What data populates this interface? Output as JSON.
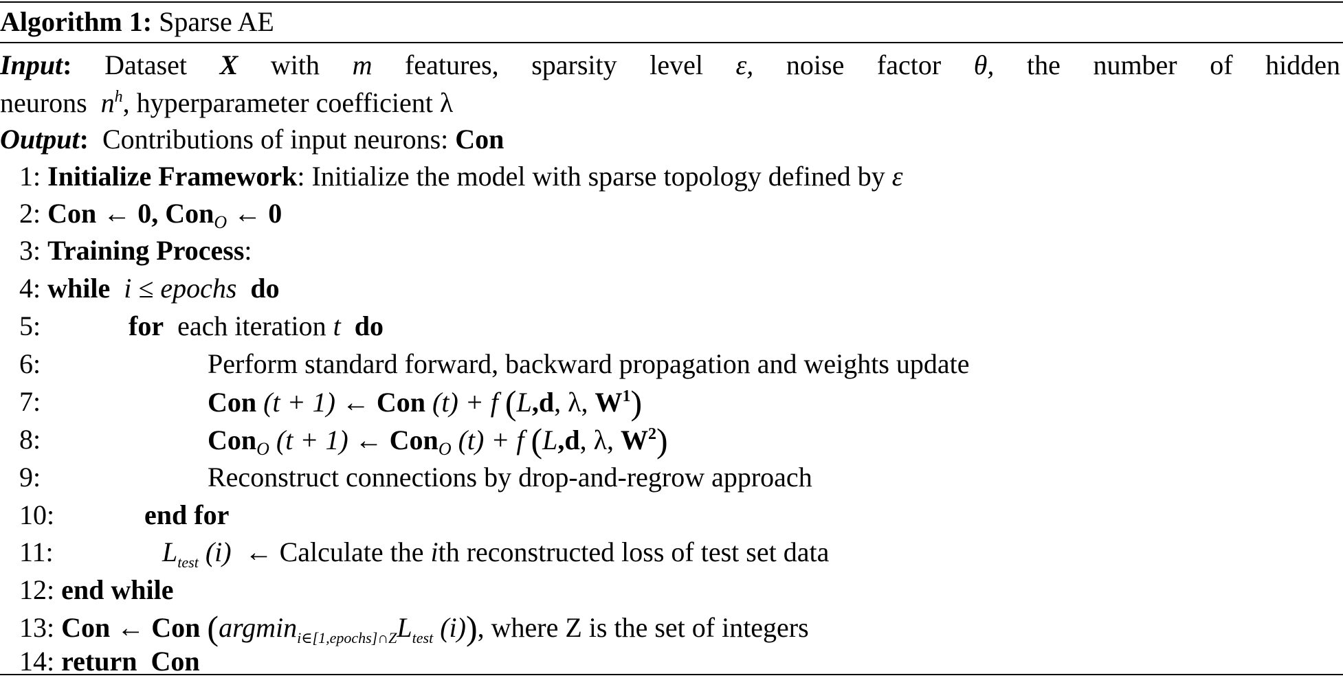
{
  "algorithm": {
    "label": "Algorithm 1:",
    "title": "Sparse AE"
  },
  "input": {
    "label": "Input",
    "words_line1": [
      "Dataset",
      "X",
      "with",
      "m",
      "features,",
      "sparsity",
      "level",
      "ε,",
      "noise",
      "factor",
      "θ,",
      "the",
      "number",
      "of",
      "hidden"
    ],
    "line2_prefix": "neurons",
    "n": "n",
    "h": "h",
    "line2_suffix": ", hyperparameter  coefficient λ"
  },
  "output": {
    "label": "Output",
    "text": "Contributions of input neurons:",
    "value": "Con"
  },
  "steps": {
    "n1": "1:",
    "n2": "2:",
    "n3": "3:",
    "n4": "4:",
    "n5": "5:",
    "n6": "6:",
    "n7": "7:",
    "n8": "8:",
    "n9": "9:",
    "n10": "10:",
    "n11": "11:",
    "n12": "12:",
    "n13": "13:",
    "n14": "14:",
    "s1_kw": "Initialize Framework",
    "s1_text": ":  Initialize the model with sparse topology defined by ",
    "s1_eps": "ε",
    "con": "Con",
    "o": "O",
    "arrow": "←",
    "zero_comma": "0,",
    "zero": "0",
    "s3_kw": "Training Process",
    "s3_colon": ":",
    "while_kw": "while",
    "s4_cond": "i ≤ epochs",
    "do_kw": "do",
    "for_kw": "for",
    "s5_text": "each iteration",
    "t": "t",
    "s6": "Perform standard forward, backward propagation and weights  update",
    "t_plus_1": "(t + 1)",
    "t_paren": "(t)",
    "plus_f": "+ f",
    "lparen": "(",
    "rparen": ")",
    "L": "L",
    "d_bold": ",d",
    "lambda": ", λ, ",
    "W": "W",
    "sup1": "1",
    "sup2": "2",
    "s9": "Reconstruct connections by drop-and-regrow approach",
    "end_for": "end for",
    "test_sub": "test",
    "i_paren": "(i)",
    "s11_arrow": "←",
    "s11_text_a": "Calculate the ",
    "s11_i": "i",
    "s11_text_b": "th reconstructed loss of test set data",
    "end_while": "end while",
    "argmin": "argmin",
    "argmin_sub": "i∈[1,epochs]∩Z",
    "s13_text": ", where Z is the set of integers",
    "return_kw": "return",
    "return_val": "Con"
  }
}
